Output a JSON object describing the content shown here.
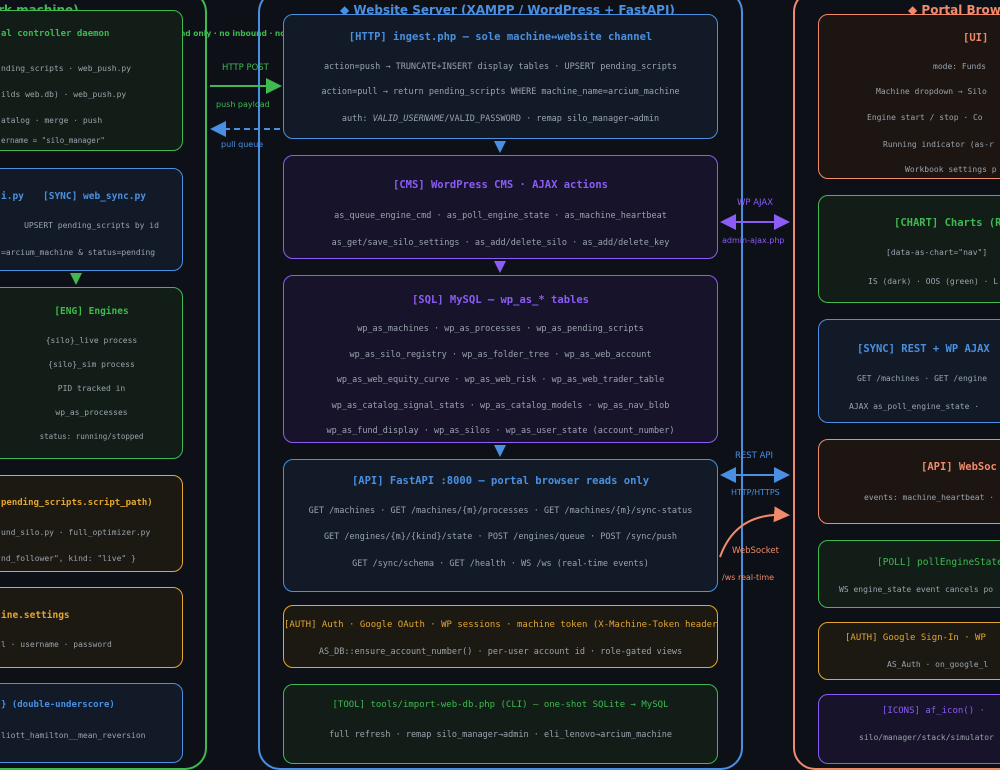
{
  "colors": {
    "green": "#3fb950",
    "blue": "#4a90e2",
    "purple": "#8b5cf6",
    "orange": "#e3a72f",
    "salmon": "#f08a6b",
    "text": "#9aa3ad"
  },
  "left": {
    "title": "rk machine)",
    "outbound_note": "outbound only · no inbound · no port forward",
    "daemon": {
      "header": "al controller daemon",
      "lines": [
        "nding_scripts  ·  web_push.py",
        "ilds web.db)  ·  web_push.py",
        "atalog  ·  merge  ·  push",
        "ername = \"silo_manager\""
      ]
    },
    "sync": {
      "header_a": "i.py",
      "header_b": "[SYNC]  web_sync.py",
      "lines": [
        "UPSERT pending_scripts by id",
        "=arcium_machine & status=pending"
      ]
    },
    "engines": {
      "header": "[ENG]  Engines",
      "lines": [
        "{silo}_live  process",
        "{silo}_sim  process",
        "PID tracked in",
        "wp_as_processes",
        "status: running/stopped"
      ]
    },
    "scripts": {
      "header": "pending_scripts.script_path)",
      "lines": [
        "und_silo.py  ·  full_optimizer.py",
        "nd_follower\", kind: \"live\" }"
      ]
    },
    "settings": {
      "header": "ine.settings",
      "lines": [
        "l · username · password"
      ]
    },
    "naming": {
      "header": "}  (double-underscore)",
      "lines": [
        "liott_hamilton__mean_reversion"
      ]
    }
  },
  "arrows": {
    "http_post": "HTTP POST",
    "push_payload": "push payload",
    "pull_queue": "pull queue",
    "wp_ajax": "WP AJAX",
    "admin_ajax": "admin-ajax.php",
    "rest_api": "REST API",
    "http_https": "HTTP/HTTPS",
    "websocket": "WebSocket",
    "ws_realtime": "/ws  real-time"
  },
  "center": {
    "title": "◆  Website Server  (XAMPP / WordPress + FastAPI)",
    "http": {
      "header": "[HTTP]  ingest.php  —  sole machine↔website channel",
      "lines": [
        "action=push  →  TRUNCATE+INSERT display tables  ·  UPSERT pending_scripts",
        "action=pull  →  return pending_scripts WHERE machine_name=arcium_machine"
      ],
      "auth_pre": "auth: ",
      "auth_ital": "VALID_USERNAME",
      "auth_post": "/VALID_PASSWORD  ·  remap silo_manager→admin"
    },
    "cms": {
      "header": "[CMS]  WordPress CMS  ·  AJAX actions",
      "lines": [
        "as_queue_engine_cmd  ·  as_poll_engine_state  ·  as_machine_heartbeat",
        "as_get/save_silo_settings  ·  as_add/delete_silo  ·  as_add/delete_key"
      ]
    },
    "sql": {
      "header": "[SQL]  MySQL  —  wp_as_*  tables",
      "lines": [
        "wp_as_machines  ·  wp_as_processes  ·  wp_as_pending_scripts",
        "wp_as_silo_registry  ·  wp_as_folder_tree  ·  wp_as_web_account",
        "wp_as_web_equity_curve  ·  wp_as_web_risk  ·  wp_as_web_trader_table",
        "wp_as_catalog_signal_stats  ·  wp_as_catalog_models  ·  wp_as_nav_blob",
        "wp_as_fund_display  ·  wp_as_silos  ·  wp_as_user_state  (account_number)"
      ]
    },
    "api": {
      "header": "[API]  FastAPI  :8000  —  portal browser reads only",
      "lines": [
        "GET /machines  ·  GET /machines/{m}/processes  ·  GET /machines/{m}/sync-status",
        "GET /engines/{m}/{kind}/state  ·  POST /engines/queue  ·  POST /sync/push",
        "GET /sync/schema  ·  GET /health  ·  WS /ws  (real-time events)"
      ]
    },
    "auth": {
      "header": "[AUTH]  Auth  ·  Google OAuth  ·  WP sessions  ·  machine token  (X-Machine-Token header)",
      "lines": [
        "AS_DB::ensure_account_number()  ·  per-user account id  ·  role-gated views"
      ]
    },
    "tool": {
      "header": "[TOOL]  tools/import-web-db.php  (CLI)  —  one-shot SQLite → MySQL",
      "lines": [
        "full refresh · remap silo_manager→admin · eli_lenovo→arcium_machine"
      ]
    }
  },
  "right": {
    "title": "◆  Portal Brow",
    "ui": {
      "header": "[UI]",
      "lines": [
        "mode: Funds",
        "Machine dropdown  →  Silo",
        "Engine start / stop  ·  Co",
        "Running indicator (as-r",
        "Workbook settings p"
      ]
    },
    "chart": {
      "header": "[CHART]  Charts  (R",
      "lines": [
        "[data-as-chart=\"nav\"]",
        "IS (dark) · OOS (green) · L"
      ]
    },
    "sync": {
      "header": "[SYNC]  REST + WP AJAX",
      "lines": [
        "GET /machines  ·  GET /engine",
        "AJAX as_poll_engine_state  ·"
      ]
    },
    "api": {
      "header": "[API]  WebSoc",
      "lines": [
        "events: machine_heartbeat ·"
      ]
    },
    "poll": {
      "header": "[POLL]  pollEngineState",
      "lines": [
        "WS engine_state event cancels po"
      ]
    },
    "auth": {
      "header": "[AUTH]  Google Sign-In  ·  WP",
      "lines": [
        "AS_Auth  ·  on_google_l"
      ]
    },
    "icons": {
      "header": "[ICONS] af_icon()  ·",
      "lines": [
        "silo/manager/stack/simulator"
      ]
    }
  }
}
